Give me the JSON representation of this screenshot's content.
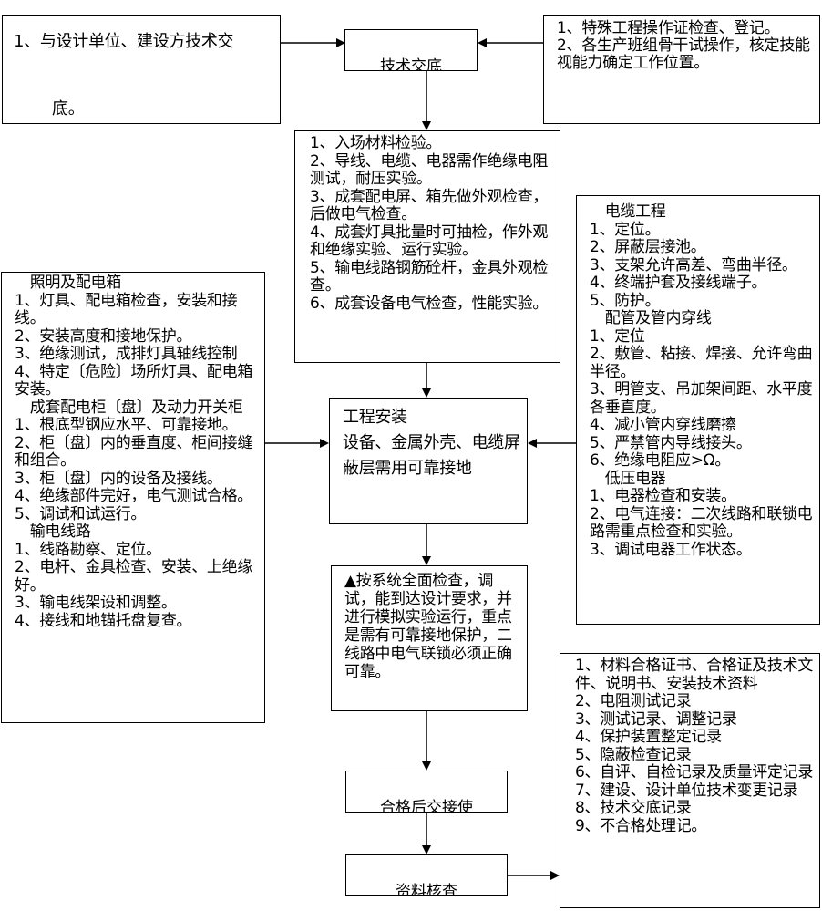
{
  "boxes": {
    "design_disclosure": {
      "line1": "1、与设计单位、建设方技术交",
      "line2": "底。"
    },
    "tech_disclosure": {
      "label": "技术交底"
    },
    "operator_check": {
      "text": "1、特殊工程操作证检查、登记。\n2、各生产班组骨干试操作，核定技能视能力确定工作位置。"
    },
    "material_inspection": {
      "text": "1、入场材料检验。\n2、导线、电缆、电器需作绝缘电阻测试，耐压实验。\n3、成套配电屏、箱先做外观检查，后做电气检查。\n4、成套灯具批量时可抽检，作外观和绝缘实验、运行实验。\n5、输电线路钢筋砼杆，金具外观检查。\n6、成套设备电气检查，性能实验。"
    },
    "lighting": {
      "text": "　照明及配电箱\n1、灯具、配电箱检查，安装和接线。\n2、安装高度和接地保护。\n3、绝缘测试，成排灯具轴线控制\n4、特定〔危险〕场所灯具、配电箱安装。\n　成套配电柜〔盘〕及动力开关柜\n1、根底型钢应水平、可靠接地。\n2、柜〔盘〕内的垂直度、柜间接缝和组合。\n3、柜〔盘〕内的设备及接线。\n4、绝缘部件完好，电气测试合格。\n5、调试和试运行。\n　输电线路\n1、线路勘察、定位。\n2、电杆、金具检查、安装、上绝缘好。\n3、输电线架设和调整。\n4、接线和地锚托盘复查。"
    },
    "installation": {
      "text": "工程安装\n设备、金属外壳、电缆屏蔽层需用可靠接地"
    },
    "cable": {
      "text": "　电缆工程\n1、定位。\n2、屏蔽层接池。\n3、支架允许高差、弯曲半径。\n4、终端护套及接线端子。\n5、防护。\n　配管及管内穿线\n1、定位\n2、敷管、粘接、焊接、允许弯曲半径。\n3、明管支、吊加架间距、水平度各垂直度。\n4、减小管内穿线磨擦\n5、严禁管内导线接头。\n6、绝缘电阻应>Ω。\n　低压电器\n1、电器检查和安装。\n2、电气连接：二次线路和联锁电路需重点检查和实验。\n3、调试电器工作状态。"
    },
    "system_check": {
      "text": "▲按系统全面检查，调试，能到达设计要求，并进行模拟实验运行，重点是需有可靠接地保护，二线路中电气联锁必须正确可靠。"
    },
    "acceptance": {
      "label": "合格后交接使"
    },
    "document_check": {
      "label": "资料核查"
    },
    "documents": {
      "text": "1、材料合格证书、合格证及技术文件、说明书、安装技术资料\n2、电阻测试记录\n3、测试记录、调整记录\n4、保护装置整定记录\n5、隐蔽检查记录\n6、自评、自检记录及质量评定记录\n7、建设、设计单位技术变更记录\n8、技术交底记录\n9、不合格处理记。"
    }
  }
}
